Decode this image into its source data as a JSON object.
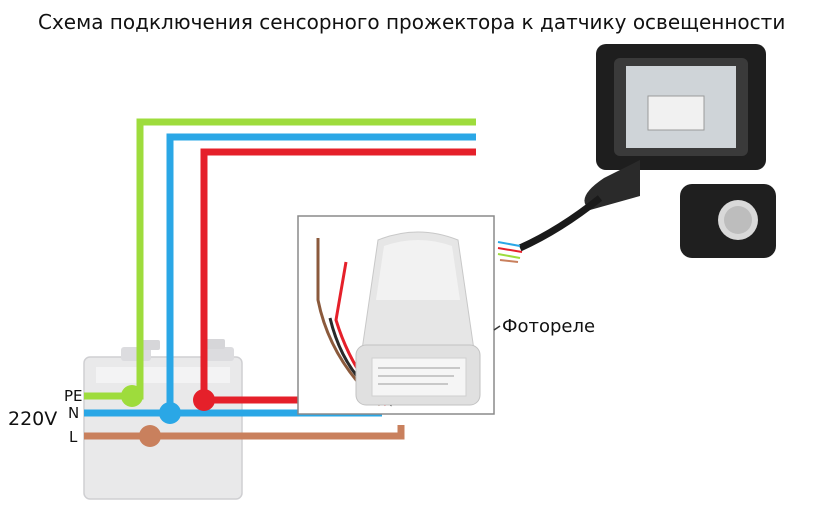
{
  "title": "Схема подключения сенсорного прожектора к датчику освещенности",
  "labels": {
    "pe": "PE",
    "n": "N",
    "l": "L",
    "voltage": "220V",
    "photorelay": "Фотореле"
  },
  "colors": {
    "pe_wire": "#9edc3c",
    "n_wire": "#2aa7e6",
    "l_wire": "#c9805d",
    "load_wire": "#e5202a",
    "floodlight_body": "#1e1e1e",
    "relay_body": "#e6e6e6"
  }
}
